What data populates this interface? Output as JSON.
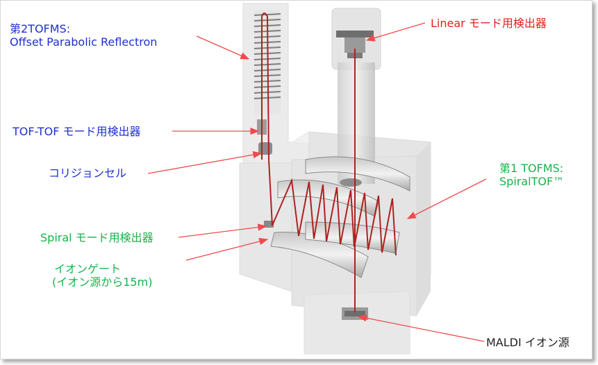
{
  "labels": {
    "tof2": {
      "line1": "第2TOFMS:",
      "line2": "Offset Parabolic Reflectron"
    },
    "tof_tof_detector": "TOF-TOF モード用検出器",
    "collision_cell": "コリジョンセル",
    "spiral_detector": "Spiral モード用検出器",
    "ion_gate": {
      "line1": "イオンゲート",
      "line2": "(イオン源から15m)"
    },
    "linear_detector": "Linear モード用検出器",
    "tof1": {
      "line1": "第1 TOFMS:",
      "line2": "SpiralTOF™"
    },
    "maldi_source": "MALDI イオン源"
  },
  "colors": {
    "blue_label": "#1f2fd0",
    "green_label": "#17b34a",
    "red_label": "#e0201c",
    "arrow": "#f04a4a",
    "ion_path": "#b02020",
    "housing": "#d9d9d9"
  }
}
